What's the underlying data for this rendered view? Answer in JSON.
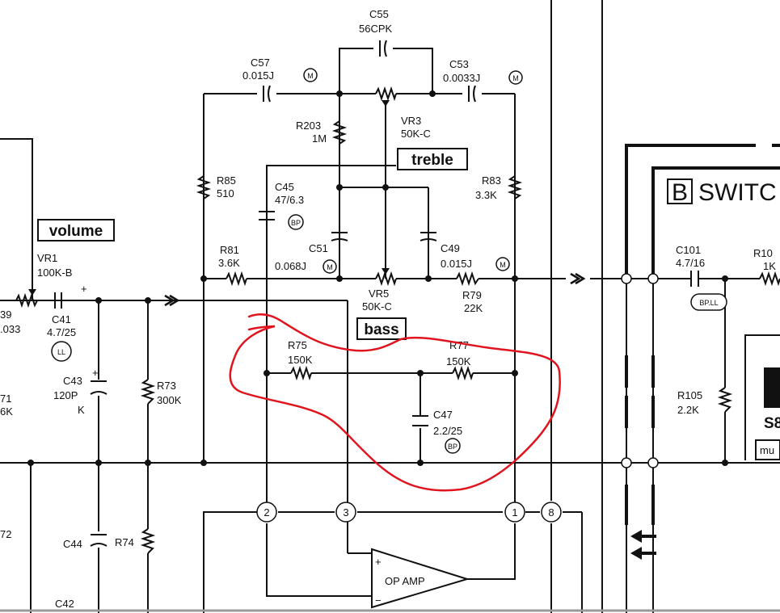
{
  "labels": {
    "c55_name": "C55",
    "c55_val": "56CPK",
    "c57_name": "C57",
    "c57_val": "0.015J",
    "c53_name": "C53",
    "c53_val": "0.0033J",
    "r203_name": "R203",
    "r203_val": "1M",
    "vr3_name": "VR3",
    "vr3_val": "50K-C",
    "treble": "treble",
    "r85_name": "R85",
    "r85_val": "510",
    "c45_name": "C45",
    "c45_val": "47/6.3",
    "r83_name": "R83",
    "r83_val": "3.3K",
    "r81_name": "R81",
    "r81_val": "3.6K",
    "c51_name": "C51",
    "c51_val": "0.068J",
    "c49_name": "C49",
    "c49_val": "0.015J",
    "vr5_name": "VR5",
    "vr5_val": "50K-C",
    "r79_name": "R79",
    "r79_val": "22K",
    "bass": "bass",
    "volume": "volume",
    "vr1_name": "VR1",
    "vr1_val": "100K-B",
    "c41_name": "C41",
    "c41_val": "4.7/25",
    "c39_name": "39",
    "c39_val": ".033",
    "r75_name": "R75",
    "r75_val": "150K",
    "r77_name": "R77",
    "r77_val": "150K",
    "c47_name": "C47",
    "c47_val": "2.2/25",
    "c43_name": "C43",
    "c43_val": "120P",
    "c43_tol": "K",
    "r73_name": "R73",
    "r73_val": "300K",
    "r71_name": "71",
    "r71_val": "6K",
    "r72_name": "72",
    "c44_name": "C44",
    "r74_name": "R74",
    "c42_name": "C42",
    "opamp": "OP AMP",
    "pin2": "2",
    "pin3": "3",
    "pin1": "1",
    "pin8": "8",
    "c101_name": "C101",
    "c101_val": "4.7/16",
    "r101_name": "R10",
    "r101_val": "1K",
    "r105_name": "R105",
    "r105_val": "2.2K",
    "switch_letter": "B",
    "switch_text": "SWITC",
    "s8": "S8",
    "mu": "mu",
    "mark_m": "M",
    "mark_bp": "BP",
    "mark_ll": "LL",
    "mark_bpll": "BP.LL",
    "plus": "+",
    "minus": "−"
  },
  "colors": {
    "ink": "#111111",
    "annotation": "#e0141e",
    "paper": "#ffffff"
  }
}
